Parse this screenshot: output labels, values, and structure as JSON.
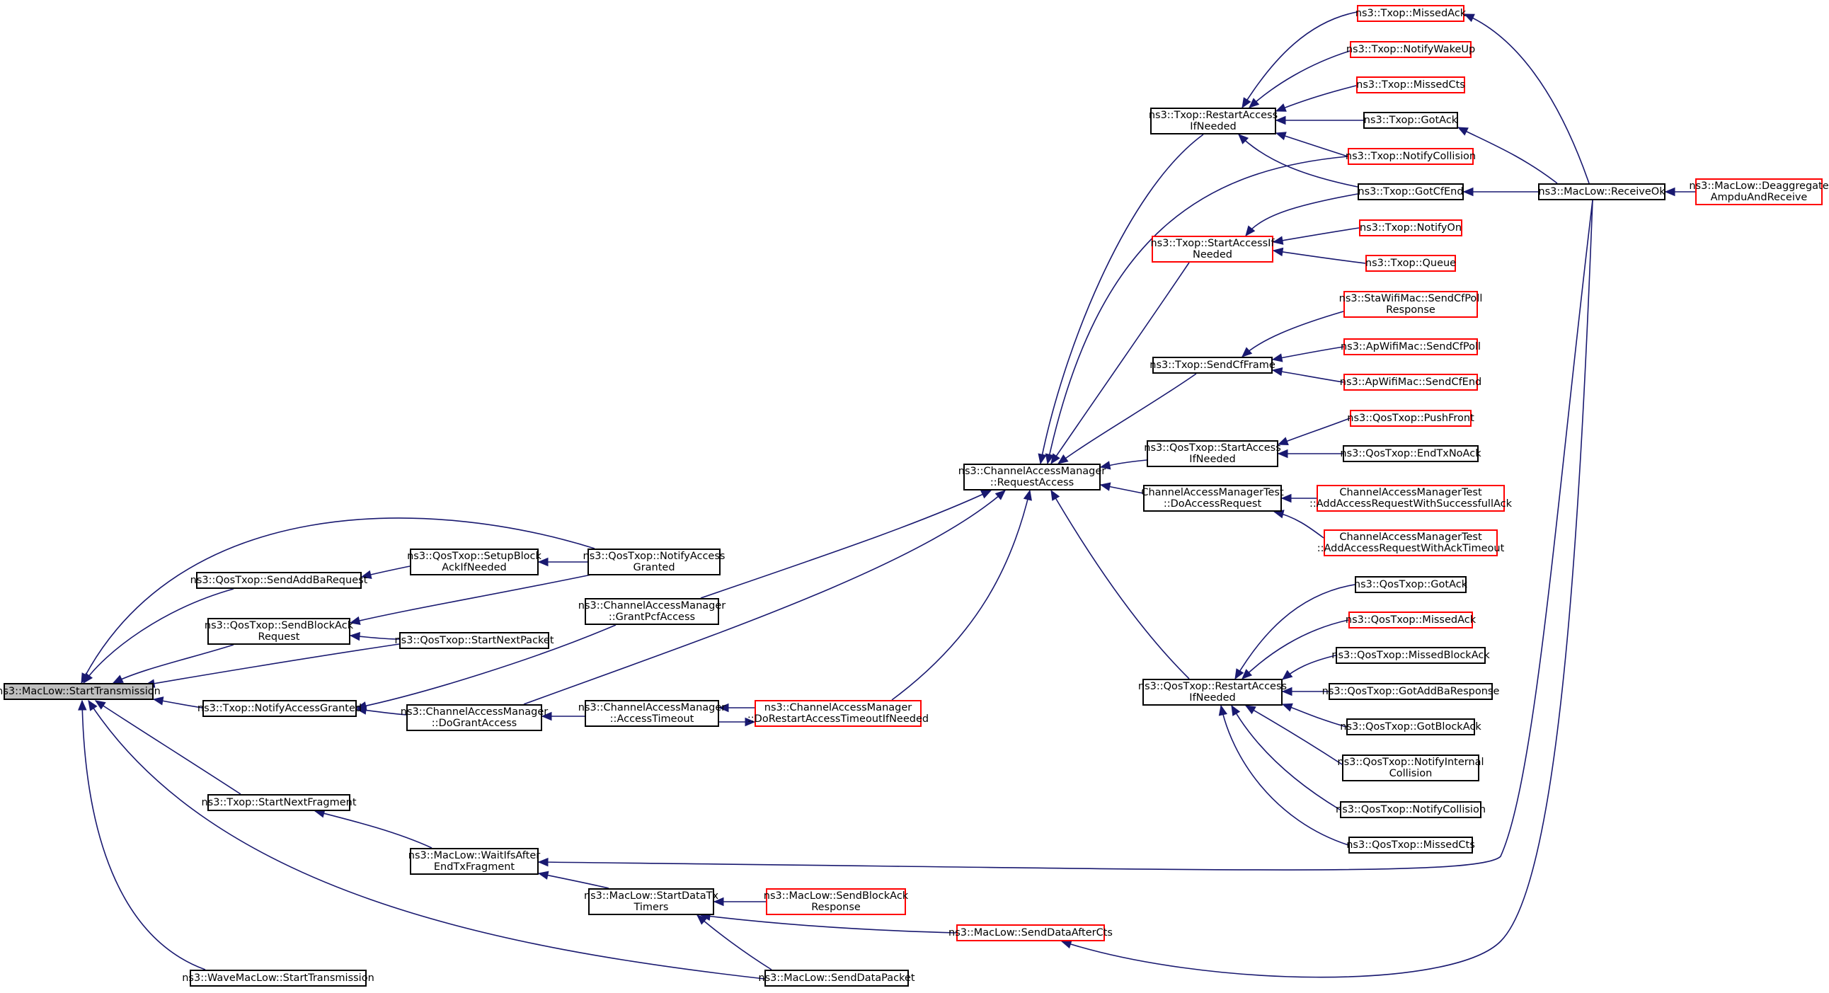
{
  "colors": {
    "edge": "#191970",
    "truncated_border": "#ff0000",
    "border": "#000000",
    "root_fill": "#bfbfbf"
  },
  "nodes": {
    "root": "ns3::MacLow::StartTransmission",
    "sendAddBa": "ns3::QosTxop::SendAddBaRequest",
    "setupBlock": "ns3::QosTxop::SetupBlock\nAckIfNeeded",
    "qosNotifyGranted": "ns3::QosTxop::NotifyAccess\nGranted",
    "sendBlockAck": "ns3::QosTxop::SendBlockAck\nRequest",
    "startNextPacket": "ns3::QosTxop::StartNextPacket",
    "grantPcf": "ns3::ChannelAccessManager\n::GrantPcfAccess",
    "txopNotifyGranted": "ns3::Txop::NotifyAccessGranted",
    "doGrant": "ns3::ChannelAccessManager\n::DoGrantAccess",
    "accessTimeout": "ns3::ChannelAccessManager\n::AccessTimeout",
    "doRestartTimeout": "ns3::ChannelAccessManager\n::DoRestartAccessTimeoutIfNeeded",
    "startNextFrag": "ns3::Txop::StartNextFragment",
    "waitIfs": "ns3::MacLow::WaitIfsAfter\nEndTxFragment",
    "startDataTx": "ns3::MacLow::StartDataTx\nTimers",
    "sendBlockAckResp": "ns3::MacLow::SendBlockAck\nResponse",
    "sendDataAfterCts": "ns3::MacLow::SendDataAfterCts",
    "sendDataPacket": "ns3::MacLow::SendDataPacket",
    "waveStart": "ns3::WaveMacLow::StartTransmission",
    "requestAccess": "ns3::ChannelAccessManager\n::RequestAccess",
    "txopRestart": "ns3::Txop::RestartAccess\nIfNeeded",
    "txopStartIf": "ns3::Txop::StartAccessIf\nNeeded",
    "txopSendCf": "ns3::Txop::SendCfFrame",
    "qosStartAccess": "ns3::QosTxop::StartAccess\nIfNeeded",
    "camtDo": "ChannelAccessManagerTest\n::DoAccessRequest",
    "qosRestart": "ns3::QosTxop::RestartAccess\nIfNeeded",
    "txopMissedAck": "ns3::Txop::MissedAck",
    "txopWakeUp": "ns3::Txop::NotifyWakeUp",
    "txopMissedCts": "ns3::Txop::MissedCts",
    "txopGotAck": "ns3::Txop::GotAck",
    "txopCollision": "ns3::Txop::NotifyCollision",
    "txopGotCfEnd": "ns3::Txop::GotCfEnd",
    "txopNotifyOn": "ns3::Txop::NotifyOn",
    "txopQueue": "ns3::Txop::Queue",
    "staCfPoll": "ns3::StaWifiMac::SendCfPoll\nResponse",
    "apCfPoll": "ns3::ApWifiMac::SendCfPoll",
    "apCfEnd": "ns3::ApWifiMac::SendCfEnd",
    "qosPushFront": "ns3::QosTxop::PushFront",
    "qosEndTxNoAck": "ns3::QosTxop::EndTxNoAck",
    "camtSuccess": "ChannelAccessManagerTest\n::AddAccessRequestWithSuccessfullAck",
    "camtAckTimeout": "ChannelAccessManagerTest\n::AddAccessRequestWithAckTimeout",
    "qosGotAck": "ns3::QosTxop::GotAck",
    "qosMissedAck": "ns3::QosTxop::MissedAck",
    "qosMissedBlockAck": "ns3::QosTxop::MissedBlockAck",
    "qosGotAddBa": "ns3::QosTxop::GotAddBaResponse",
    "qosGotBlockAck": "ns3::QosTxop::GotBlockAck",
    "qosNotifyInternal": "ns3::QosTxop::NotifyInternal\nCollision",
    "qosNotifyCollision": "ns3::QosTxop::NotifyCollision",
    "qosMissedCts": "ns3::QosTxop::MissedCts",
    "receiveOk": "ns3::MacLow::ReceiveOk",
    "deaggregate": "ns3::MacLow::Deaggregate\nAmpduAndReceive"
  }
}
